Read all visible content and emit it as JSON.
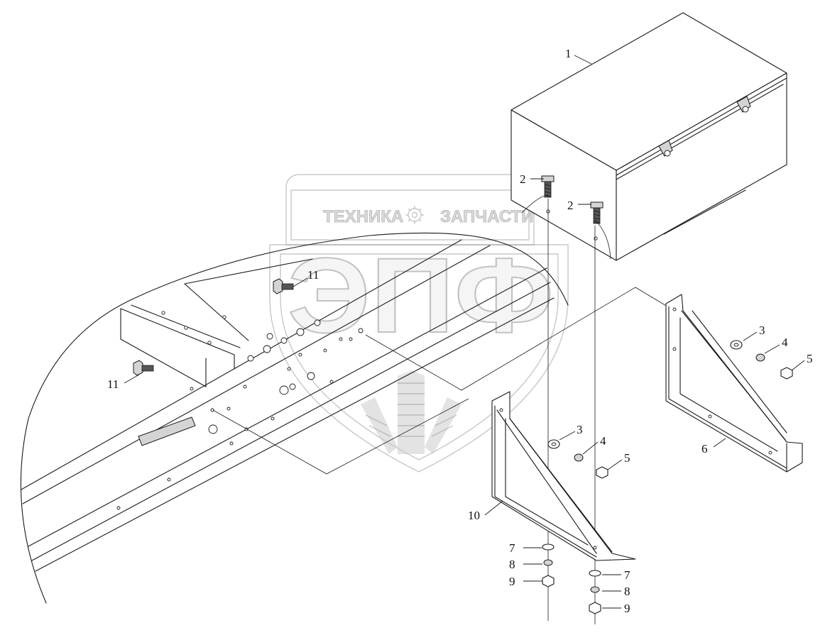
{
  "drawing": {
    "callouts": [
      "1",
      "2",
      "2",
      "3",
      "4",
      "5",
      "3",
      "4",
      "5",
      "6",
      "7",
      "8",
      "9",
      "7",
      "8",
      "9",
      "10",
      "11",
      "11"
    ]
  },
  "watermark": {
    "top_left": "ТЕХНИКА",
    "top_right": "ЗАПЧАСТИ",
    "logo_letters": "ЭПФ"
  }
}
